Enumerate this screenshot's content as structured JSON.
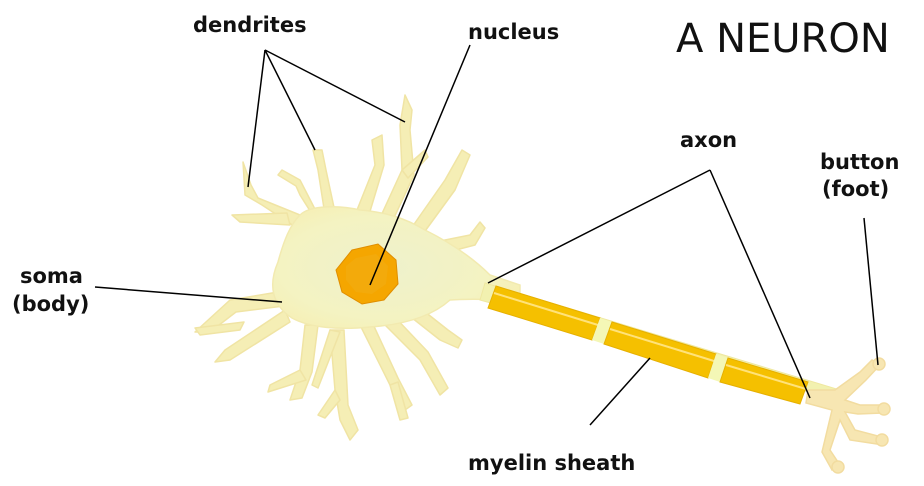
{
  "title": "A NEURON",
  "labels": {
    "dendrites": "dendrites",
    "nucleus": "nucleus",
    "axon": "axon",
    "button_line1": "button",
    "button_line2": "(foot)",
    "soma_line1": "soma",
    "soma_line2": "(body)",
    "myelin": "myelin sheath"
  },
  "colors": {
    "cell_body": "#f4f2bf",
    "cell_center": "#eef2c8",
    "dendrite_edge": "#f1e6a6",
    "nucleus": "#f5a600",
    "nucleus_dark": "#e08e00",
    "myelin": "#f5c000",
    "myelin_light": "#ffd84a",
    "myelin_gap": "#f2f7b0",
    "terminal": "#f7e6b2",
    "leader_line": "#000000"
  }
}
